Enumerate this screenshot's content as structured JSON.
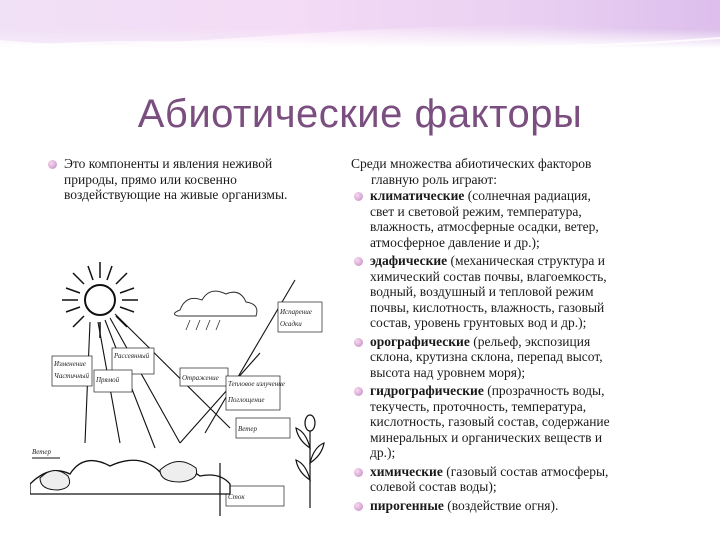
{
  "title": "Абиотические факторы",
  "left_text": {
    "lines": [
      "Это компоненты и явления неживой",
      "природы, прямо или косвенно",
      "воздействующие на живые организмы."
    ]
  },
  "right_intro": {
    "lines": [
      "Среди множества абиотических факторов",
      "главную роль играют:"
    ]
  },
  "right_items": [
    {
      "term": "климатические",
      "lines": [
        " (солнечная радиация,",
        "свет и световой режим, температура,",
        "влажность, атмосферные осадки, ветер,",
        "атмосферное давление и др.);"
      ]
    },
    {
      "term": "эдафические",
      "lines": [
        " (механическая структура и",
        "химический состав почвы, влагоемкость,",
        "водный, воздушный и тепловой режим",
        "почвы, кислотность, влажность, газовый",
        "состав, уровень грунтовых вод и др.);"
      ]
    },
    {
      "term": "орографические",
      "lines": [
        " (рельеф, экспозиция",
        "склона, крутизна склона, перепад высот,",
        "высота над уровнем моря);"
      ]
    },
    {
      "term": "гидрографические",
      "lines": [
        " (прозрачность воды,",
        "текучесть, проточность, температура,",
        "кислотность, газовый состав, содержание",
        "минеральных и органических веществ и",
        "др.);"
      ]
    },
    {
      "term": "химические",
      "lines": [
        " (газовый состав атмосферы,",
        "солевой состав воды);"
      ]
    },
    {
      "term": "пирогенные",
      "lines": [
        " (воздействие огня)."
      ]
    }
  ],
  "diagram": {
    "labels": [
      "Ветер",
      "Изменение",
      "Частичный",
      "Рассеянный",
      "Отражение",
      "Прямой",
      "Тепловое излучение",
      "Поглощение",
      "Испарение",
      "Осадки",
      "Ветер",
      "Сток"
    ]
  }
}
